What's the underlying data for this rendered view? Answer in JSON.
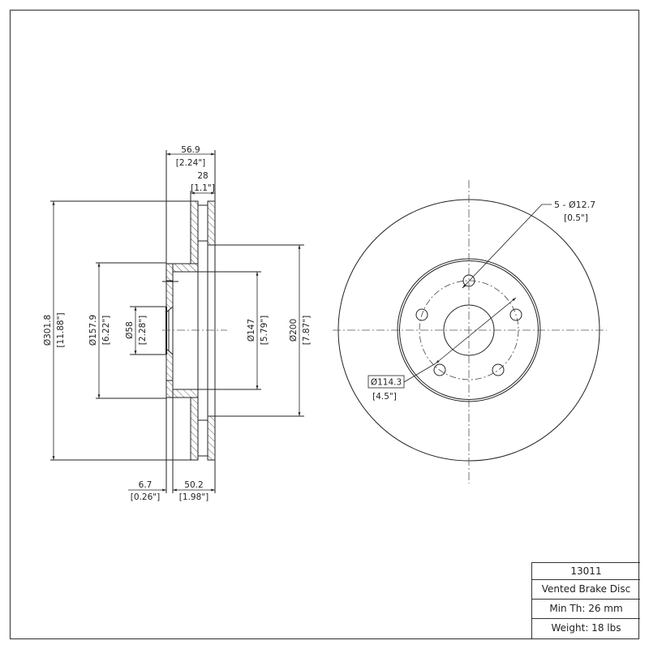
{
  "title_block": {
    "part_number": "13011",
    "description": "Vented Brake Disc",
    "min_thickness": "Min Th: 26 mm",
    "weight": "Weight: 18 lbs"
  },
  "section_view": {
    "overall_width": {
      "mm": "56.9",
      "in": "[2.24\"]"
    },
    "rotor_thickness": {
      "mm": "28",
      "in": "[1.1\"]"
    },
    "outer_diameter": {
      "mm": "Ø301.8",
      "in": "[11.88\"]"
    },
    "hat_outer_diameter": {
      "mm": "Ø157.9",
      "in": "[6.22\"]"
    },
    "center_bore": {
      "mm": "Ø58",
      "in": "[2.28\"]"
    },
    "hat_inner_diameter": {
      "mm": "Ø147",
      "in": "[5.79\"]"
    },
    "inner_friction_diameter": {
      "mm": "Ø200",
      "in": "[7.87\"]"
    },
    "hat_wall": {
      "mm": "6.7",
      "in": "[0.26\"]"
    },
    "hat_depth": {
      "mm": "50.2",
      "in": "[1.98\"]"
    }
  },
  "front_view": {
    "bolt_holes": {
      "mm": "5 - Ø12.7",
      "in": "[0.5\"]"
    },
    "bolt_circle": {
      "mm": "Ø114.3",
      "in": "[4.5\"]"
    }
  },
  "colors": {
    "line": "#222222",
    "center_line": "#555555",
    "background": "#ffffff"
  }
}
